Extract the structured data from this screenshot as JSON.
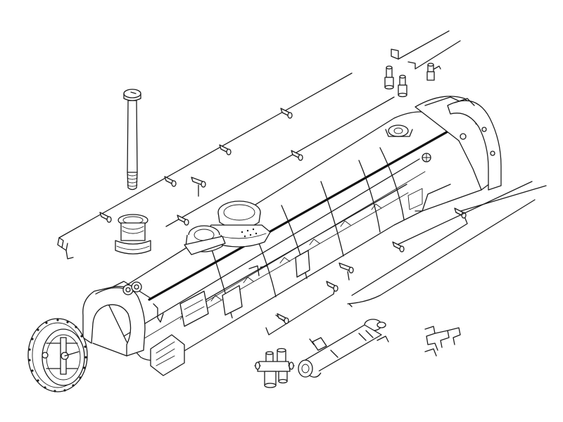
{
  "drawing": {
    "line_color": "#1a1a1a",
    "background": "#ffffff",
    "parts": [
      "boiler",
      "smokebox-front-ring",
      "smokebox-door",
      "firebox-backhead",
      "steam-dome",
      "safety-valve-base",
      "chimney",
      "long-bolt",
      "handrail-left",
      "handrail-right",
      "handrail-knobs",
      "cab-handrail-upper",
      "cab-handrail-lower",
      "pipe-rods",
      "air-pump",
      "feed-pump",
      "small-fittings",
      "wire-bracket"
    ]
  }
}
